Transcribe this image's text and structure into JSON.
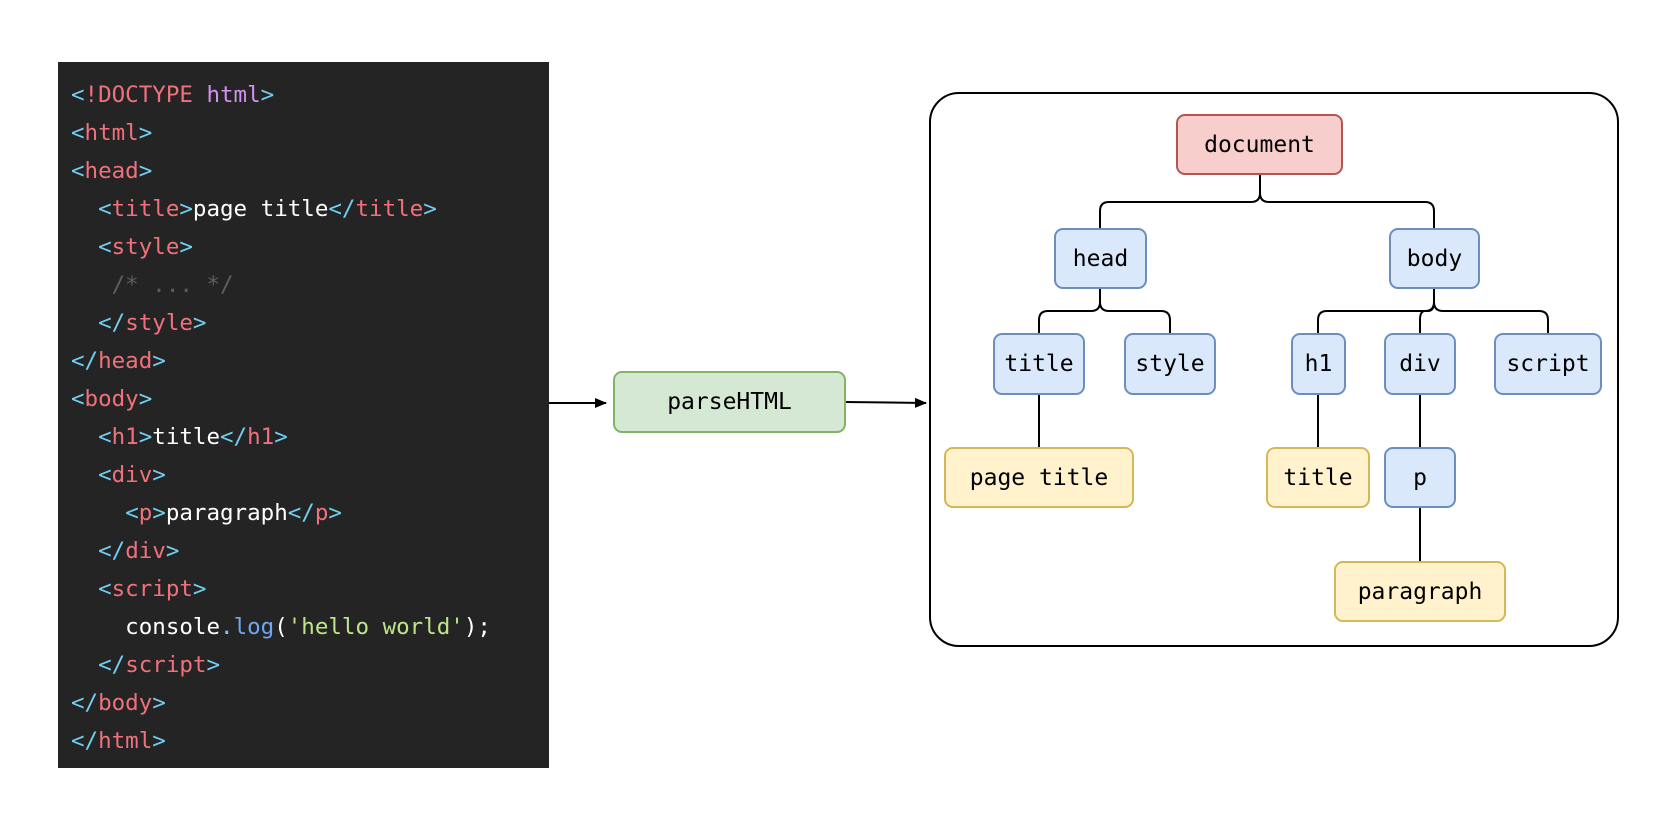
{
  "code": {
    "lines": [
      [
        {
          "t": "<",
          "c": "punc"
        },
        {
          "t": "!DOCTYPE",
          "c": "tag"
        },
        {
          "t": " ",
          "c": "txt"
        },
        {
          "t": "html",
          "c": "kw"
        },
        {
          "t": ">",
          "c": "punc"
        }
      ],
      [
        {
          "t": "<",
          "c": "punc"
        },
        {
          "t": "html",
          "c": "tag"
        },
        {
          "t": ">",
          "c": "punc"
        }
      ],
      [
        {
          "t": "<",
          "c": "punc"
        },
        {
          "t": "head",
          "c": "tag"
        },
        {
          "t": ">",
          "c": "punc"
        }
      ],
      [
        {
          "t": "  ",
          "c": "txt"
        },
        {
          "t": "<",
          "c": "punc"
        },
        {
          "t": "title",
          "c": "tag"
        },
        {
          "t": ">",
          "c": "punc"
        },
        {
          "t": "page title",
          "c": "txt"
        },
        {
          "t": "</",
          "c": "punc"
        },
        {
          "t": "title",
          "c": "tag"
        },
        {
          "t": ">",
          "c": "punc"
        }
      ],
      [
        {
          "t": "  ",
          "c": "txt"
        },
        {
          "t": "<",
          "c": "punc"
        },
        {
          "t": "style",
          "c": "tag"
        },
        {
          "t": ">",
          "c": "punc"
        }
      ],
      [
        {
          "t": "   /* ... */",
          "c": "cmt"
        }
      ],
      [
        {
          "t": "  ",
          "c": "txt"
        },
        {
          "t": "</",
          "c": "punc"
        },
        {
          "t": "style",
          "c": "tag"
        },
        {
          "t": ">",
          "c": "punc"
        }
      ],
      [
        {
          "t": "</",
          "c": "punc"
        },
        {
          "t": "head",
          "c": "tag"
        },
        {
          "t": ">",
          "c": "punc"
        }
      ],
      [
        {
          "t": "<",
          "c": "punc"
        },
        {
          "t": "body",
          "c": "tag"
        },
        {
          "t": ">",
          "c": "punc"
        }
      ],
      [
        {
          "t": "  ",
          "c": "txt"
        },
        {
          "t": "<",
          "c": "punc"
        },
        {
          "t": "h1",
          "c": "tag"
        },
        {
          "t": ">",
          "c": "punc"
        },
        {
          "t": "title",
          "c": "txt"
        },
        {
          "t": "</",
          "c": "punc"
        },
        {
          "t": "h1",
          "c": "tag"
        },
        {
          "t": ">",
          "c": "punc"
        }
      ],
      [
        {
          "t": "  ",
          "c": "txt"
        },
        {
          "t": "<",
          "c": "punc"
        },
        {
          "t": "div",
          "c": "tag"
        },
        {
          "t": ">",
          "c": "punc"
        }
      ],
      [
        {
          "t": "    ",
          "c": "txt"
        },
        {
          "t": "<",
          "c": "punc"
        },
        {
          "t": "p",
          "c": "tag"
        },
        {
          "t": ">",
          "c": "punc"
        },
        {
          "t": "paragraph",
          "c": "txt"
        },
        {
          "t": "</",
          "c": "punc"
        },
        {
          "t": "p",
          "c": "tag"
        },
        {
          "t": ">",
          "c": "punc"
        }
      ],
      [
        {
          "t": "  ",
          "c": "txt"
        },
        {
          "t": "</",
          "c": "punc"
        },
        {
          "t": "div",
          "c": "tag"
        },
        {
          "t": ">",
          "c": "punc"
        }
      ],
      [
        {
          "t": "  ",
          "c": "txt"
        },
        {
          "t": "<",
          "c": "punc"
        },
        {
          "t": "script",
          "c": "tag"
        },
        {
          "t": ">",
          "c": "punc"
        }
      ],
      [
        {
          "t": "    console",
          "c": "txt"
        },
        {
          "t": ".",
          "c": "punc"
        },
        {
          "t": "log",
          "c": "fn"
        },
        {
          "t": "(",
          "c": "txt"
        },
        {
          "t": "'hello world'",
          "c": "str"
        },
        {
          "t": ");",
          "c": "txt"
        }
      ],
      [
        {
          "t": "  ",
          "c": "txt"
        },
        {
          "t": "</",
          "c": "punc"
        },
        {
          "t": "script",
          "c": "tag"
        },
        {
          "t": ">",
          "c": "punc"
        }
      ],
      [
        {
          "t": "</",
          "c": "punc"
        },
        {
          "t": "body",
          "c": "tag"
        },
        {
          "t": ">",
          "c": "punc"
        }
      ],
      [
        {
          "t": "</",
          "c": "punc"
        },
        {
          "t": "html",
          "c": "tag"
        },
        {
          "t": ">",
          "c": "punc"
        }
      ]
    ]
  },
  "process": {
    "label": "parseHTML"
  },
  "tree": {
    "document": "document",
    "head": "head",
    "body": "body",
    "title": "title",
    "style": "style",
    "h1": "h1",
    "div": "div",
    "script": "script",
    "page_title_text": "page title",
    "h1_text": "title",
    "p": "p",
    "paragraph_text": "paragraph"
  },
  "colors": {
    "code_background": "#242424",
    "element_fill": "#dae8fc",
    "root_fill": "#f8cecc",
    "text_node_fill": "#fff2cc",
    "process_fill": "#d5e8d4"
  }
}
